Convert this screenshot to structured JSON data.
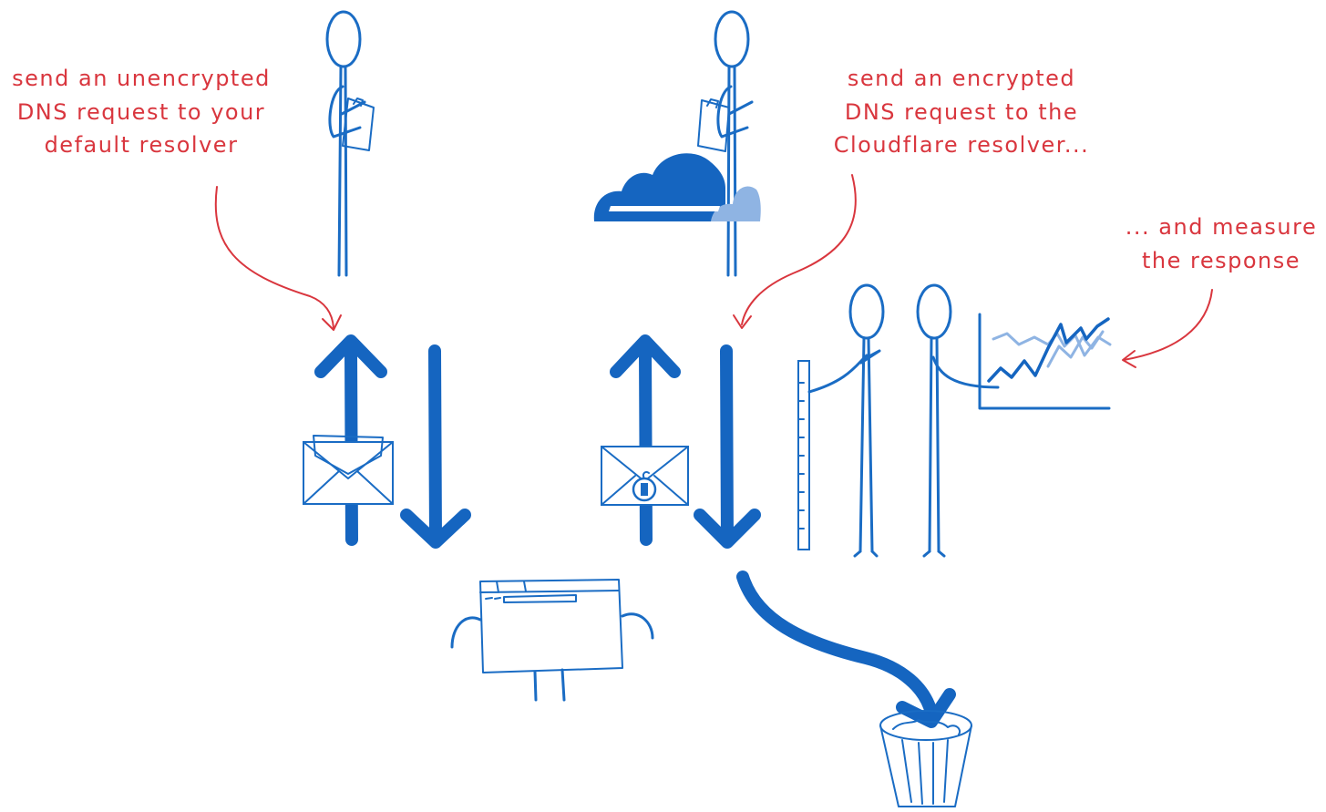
{
  "annotations": {
    "unencrypted": [
      "send an unencrypted",
      "DNS request to your",
      "default resolver"
    ],
    "encrypted": [
      "send an encrypted",
      "DNS request to the",
      "Cloudflare resolver..."
    ],
    "measure": [
      "... and measure",
      "the response"
    ]
  },
  "colors": {
    "ink": "#1a6cc4",
    "accent": "#d9363e",
    "cloud": "#1565c0",
    "cloud_light": "#8fb4e3"
  },
  "icons": [
    "stick-figure",
    "cloudflare-cloud-logo",
    "envelope-icon",
    "lock-envelope-icon",
    "browser-window-character",
    "trash-can-icon",
    "chart-icon",
    "ruler-icon"
  ]
}
